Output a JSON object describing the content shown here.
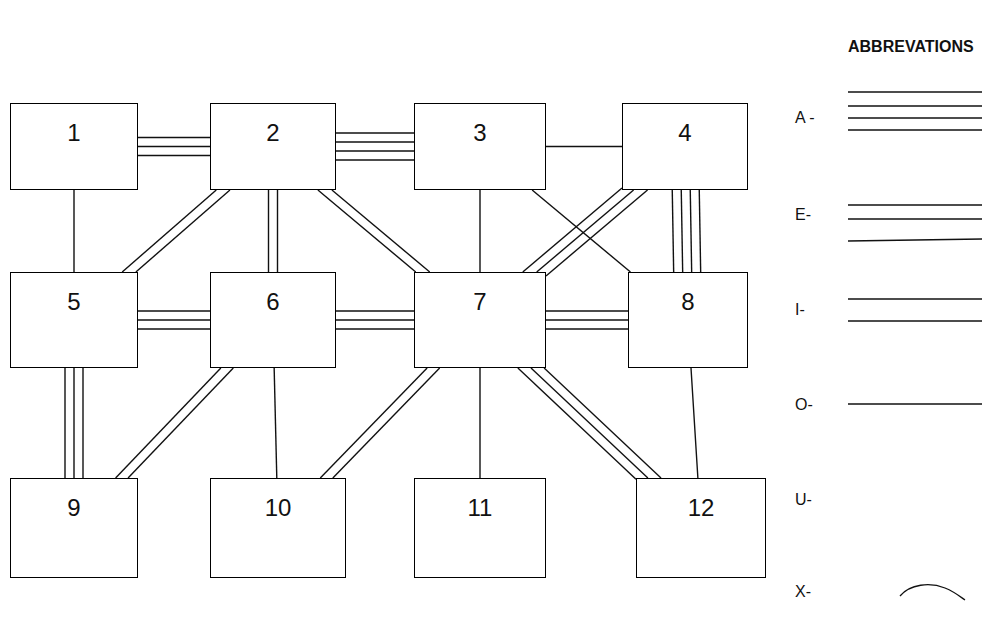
{
  "diagram": {
    "nodes": [
      {
        "text": [
          "1"
        ]
      },
      {
        "text": [
          "2"
        ]
      },
      {
        "text": [
          "3"
        ]
      },
      {
        "text": [
          "4"
        ]
      },
      {
        "text": [
          "5"
        ]
      },
      {
        "text": [
          "6"
        ]
      },
      {
        "text": [
          "7"
        ]
      },
      {
        "text": [
          "8"
        ]
      },
      {
        "text": [
          "9"
        ]
      },
      {
        "text": [
          "10"
        ]
      },
      {
        "text": [
          "11"
        ]
      },
      {
        "text": [
          "12"
        ]
      }
    ],
    "edges": [
      {
        "from": 0,
        "to": 1,
        "arrow": "none"
      },
      {
        "from": 0,
        "to": 4,
        "arrow": "none"
      },
      {
        "from": 1,
        "to": 2,
        "arrow": "none"
      },
      {
        "from": 2,
        "to": 3,
        "arrow": "none"
      },
      {
        "from": 1,
        "to": 4,
        "arrow": "none"
      },
      {
        "from": 1,
        "to": 5,
        "arrow": "none"
      },
      {
        "from": 1,
        "to": 6,
        "arrow": "none"
      },
      {
        "from": 2,
        "to": 6,
        "arrow": "none"
      },
      {
        "from": 2,
        "to": 7,
        "arrow": "none"
      },
      {
        "from": 3,
        "to": 6,
        "arrow": "none"
      },
      {
        "from": 3,
        "to": 7,
        "arrow": "none"
      },
      {
        "from": 4,
        "to": 5,
        "arrow": "none"
      },
      {
        "from": 5,
        "to": 6,
        "arrow": "none"
      },
      {
        "from": 6,
        "to": 7,
        "arrow": "none"
      },
      {
        "from": 4,
        "to": 8,
        "arrow": "none"
      },
      {
        "from": 5,
        "to": 8,
        "arrow": "none"
      },
      {
        "from": 5,
        "to": 9,
        "arrow": "none"
      },
      {
        "from": 6,
        "to": 9,
        "arrow": "none"
      },
      {
        "from": 6,
        "to": 10,
        "arrow": "none"
      },
      {
        "from": 6,
        "to": 11,
        "arrow": "none"
      },
      {
        "from": 7,
        "to": 11,
        "arrow": "none"
      }
    ],
    "labels": [
      "ABBREVATIONS"
    ],
    "legend": [
      {
        "text": "A -"
      },
      {
        "text": "E-"
      },
      {
        "text": "I-"
      },
      {
        "text": "O-"
      },
      {
        "text": "U-"
      },
      {
        "text": "X-"
      }
    ]
  }
}
